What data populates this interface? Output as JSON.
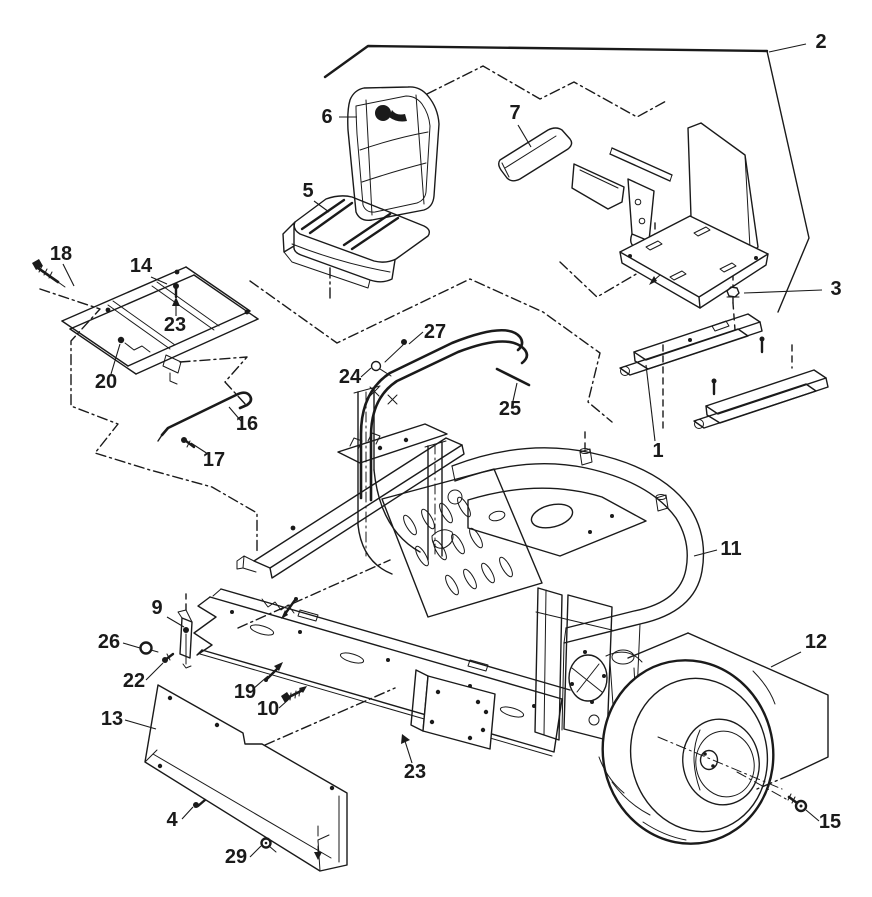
{
  "diagram": {
    "type": "exploded-parts-diagram",
    "colors": {
      "ink": "#1a1a1a",
      "paper": "#ffffff"
    }
  },
  "callouts": {
    "c1": "1",
    "c2": "2",
    "c3": "3",
    "c4": "4",
    "c5": "5",
    "c6": "6",
    "c7": "7",
    "c9": "9",
    "c10": "10",
    "c11": "11",
    "c12": "12",
    "c13": "13",
    "c14": "14",
    "c15": "15",
    "c16": "16",
    "c17": "17",
    "c18": "18",
    "c19": "19",
    "c20": "20",
    "c22": "22",
    "c23_seat_frame": "23",
    "c23_mount_plate": "23",
    "c24": "24",
    "c25": "25",
    "c26": "26",
    "c27": "27",
    "c29": "29"
  }
}
